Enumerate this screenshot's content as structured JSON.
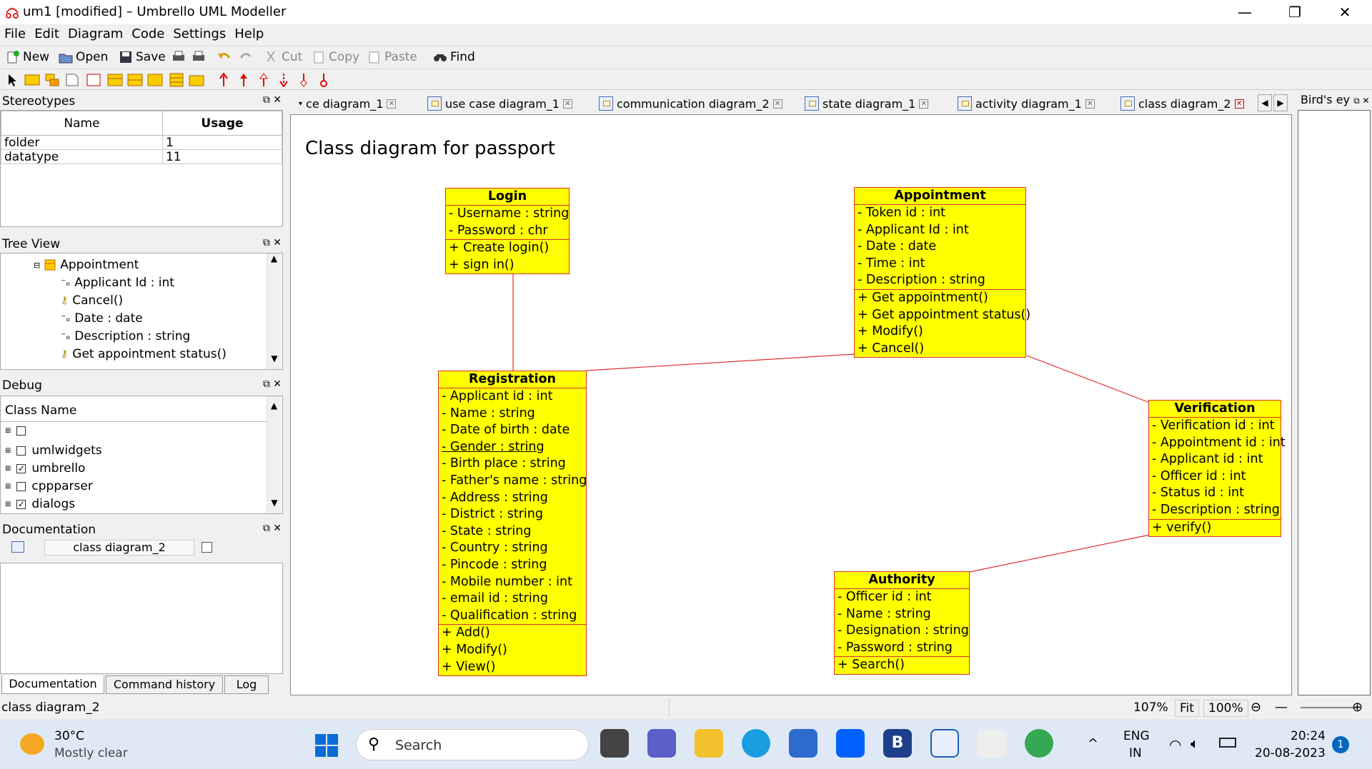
{
  "window": {
    "title": "um1 [modified] – Umbrello UML Modeller"
  },
  "menu": [
    "File",
    "Edit",
    "Diagram",
    "Code",
    "Settings",
    "Help"
  ],
  "toolbar": {
    "new": "New",
    "open": "Open",
    "save": "Save",
    "cut": "Cut",
    "copy": "Copy",
    "paste": "Paste",
    "find": "Find"
  },
  "stereotypes": {
    "title": "Stereotypes",
    "col_name": "Name",
    "col_usage": "Usage",
    "rows": [
      {
        "name": "folder",
        "usage": "1"
      },
      {
        "name": "datatype",
        "usage": "11"
      }
    ]
  },
  "tree": {
    "title": "Tree View",
    "items": [
      "Appointment",
      "Applicant Id : int",
      "Cancel()",
      "Date : date",
      "Description : string",
      "Get appointment status()"
    ]
  },
  "debug": {
    "title": "Debug",
    "col": "Class Name",
    "items": [
      {
        "label": "",
        "checked": false
      },
      {
        "label": "umlwidgets",
        "checked": false
      },
      {
        "label": "umbrello",
        "checked": true
      },
      {
        "label": "cppparser",
        "checked": false
      },
      {
        "label": "dialogs",
        "checked": true
      }
    ]
  },
  "documentation": {
    "title": "Documentation",
    "field": "class diagram_2",
    "tabs": [
      "Documentation",
      "Command history",
      "Log"
    ]
  },
  "tabs": [
    "ce diagram_1",
    "use case diagram_1",
    "communication diagram_2",
    "state diagram_1",
    "activity diagram_1",
    "class diagram_2"
  ],
  "birdseye": {
    "title": "Bird's ey"
  },
  "diagram": {
    "title": "Class diagram for passport",
    "classes": {
      "login": {
        "name": "Login",
        "attrs": [
          "- Username : string",
          "- Password : chr"
        ],
        "ops": [
          "+ Create login()",
          "+ sign in()"
        ]
      },
      "appointment": {
        "name": "Appointment",
        "attrs": [
          "- Token id : int",
          "- Applicant Id : int",
          "- Date : date",
          "- Time : int",
          "- Description : string"
        ],
        "ops": [
          "+ Get appointment()",
          "+ Get appointment status()",
          "+ Modify()",
          "+ Cancel()"
        ]
      },
      "registration": {
        "name": "Registration",
        "attrs": [
          "- Applicant id : int",
          "- Name : string",
          "- Date of birth : date",
          "- Gender : string",
          "- Birth place : string",
          "- Father's name : string",
          "- Address : string",
          "- District : string",
          "- State : string",
          "- Country : string",
          "- Pincode : string",
          "- Mobile number : int",
          "- email id : string",
          "- Qualification : string"
        ],
        "ops": [
          "+ Add()",
          "+ Modify()",
          "+ View()"
        ]
      },
      "verification": {
        "name": "Verification",
        "attrs": [
          "- Verification id : int",
          "- Appointment id : int",
          "- Applicant id : int",
          "- Officer id : int",
          "- Status id : int",
          "- Description : string"
        ],
        "ops": [
          "+ verify()"
        ]
      },
      "authority": {
        "name": "Authority",
        "attrs": [
          "- Officer id : int",
          "- Name : string",
          "- Designation : string",
          "- Password : string"
        ],
        "ops": [
          "+ Search()"
        ]
      }
    }
  },
  "status": {
    "text": "class diagram_2",
    "zoom": "107%",
    "fit": "Fit",
    "full": "100%"
  },
  "taskbar": {
    "temp": "30°C",
    "weather": "Mostly clear",
    "search": "Search",
    "lang1": "ENG",
    "lang2": "IN",
    "time": "20:24",
    "date": "20-08-2023",
    "notif": "1"
  },
  "colors": {
    "uml_fill": "#ffff00",
    "uml_border": "#e03030",
    "accent": "#0067c0"
  }
}
